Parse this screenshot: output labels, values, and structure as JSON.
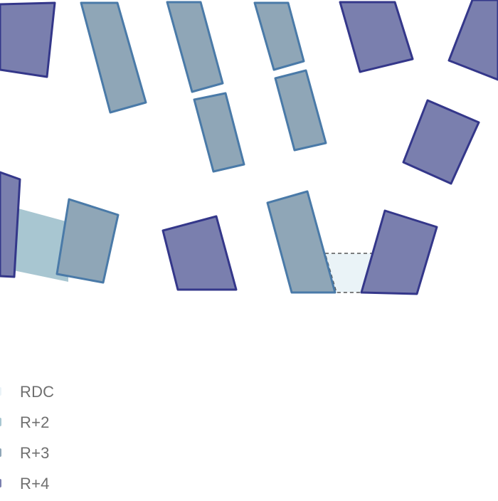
{
  "colors": {
    "background": "#ffffff",
    "rdc": "#eaf3f7",
    "r2": "#a8c6d1",
    "r3": "#8fa6b7",
    "r4": "#7a7fae",
    "r3_stroke": "#4a7aa8",
    "r4_stroke": "#34378a",
    "legend_text": "#6f6f6f"
  },
  "legend": [
    {
      "label": "RDC",
      "level": "rdc"
    },
    {
      "label": "R+2",
      "level": "r2"
    },
    {
      "label": "R+3",
      "level": "r3"
    },
    {
      "label": "R+4",
      "level": "r4"
    }
  ],
  "buildings": [
    {
      "level": "r4"
    },
    {
      "level": "r3"
    },
    {
      "level": "r3"
    },
    {
      "level": "r3"
    },
    {
      "level": "r4"
    },
    {
      "level": "r4"
    },
    {
      "level": "r3"
    },
    {
      "level": "r3"
    },
    {
      "level": "r4"
    },
    {
      "level": "r2"
    },
    {
      "level": "r4"
    },
    {
      "level": "r3"
    },
    {
      "level": "r4"
    },
    {
      "level": "rdc"
    },
    {
      "level": "r3"
    },
    {
      "level": "r4"
    }
  ]
}
